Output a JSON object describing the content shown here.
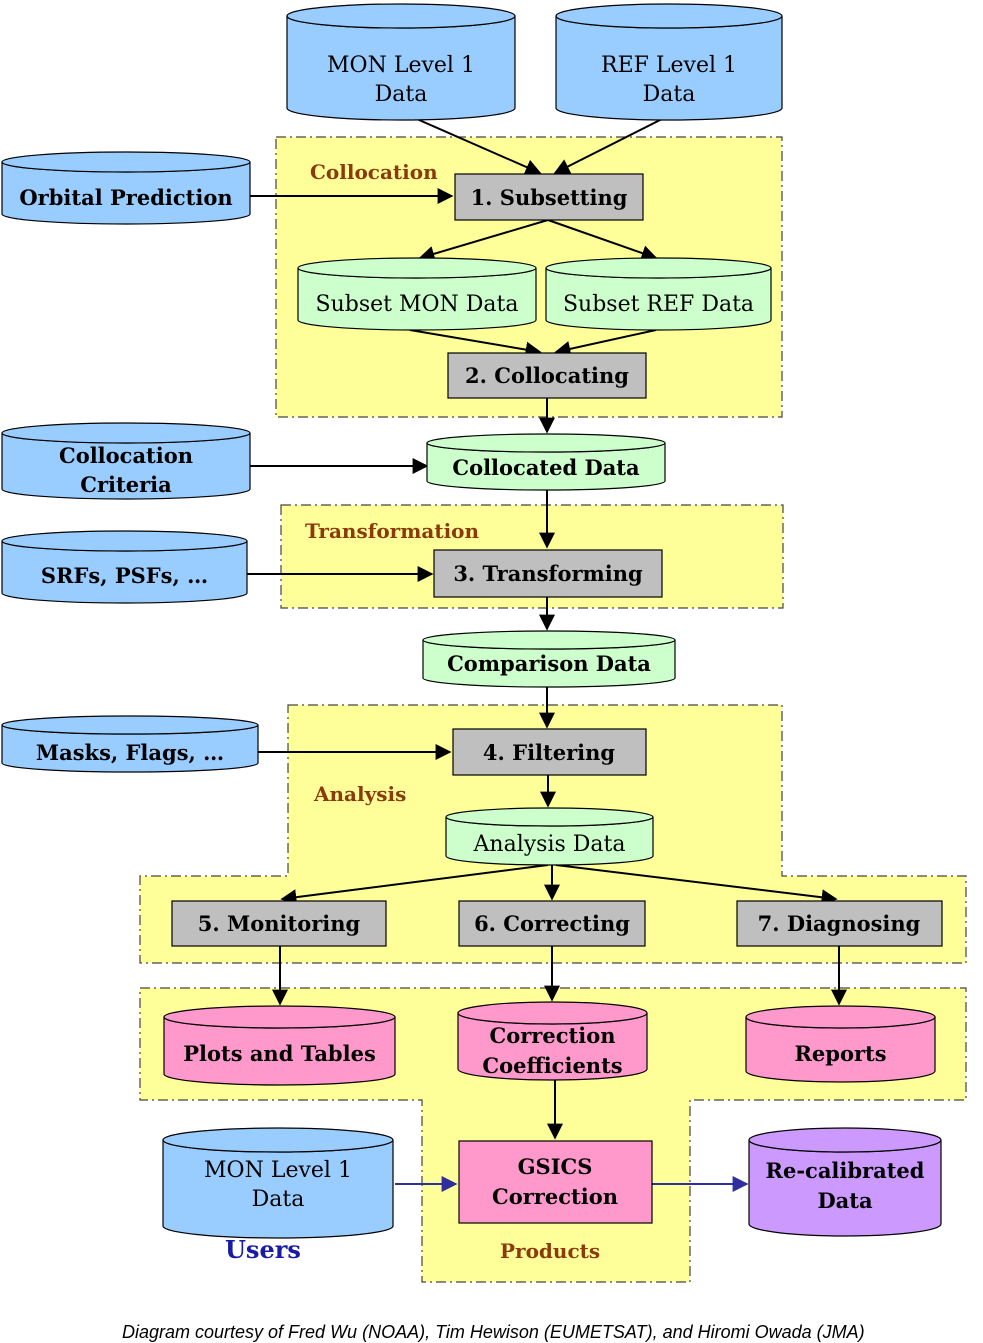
{
  "colors": {
    "blue_db": "#99ccff",
    "green_db": "#ccffcc",
    "pink_db": "#ff99cc",
    "purple_db": "#cc99ff",
    "process": "#bfbfbf",
    "zone": "#ffff99",
    "section_label": "#8b3a0e",
    "users_label": "#1a1aa6"
  },
  "inputs": {
    "mon_l1": [
      "MON Level 1",
      "Data"
    ],
    "ref_l1": [
      "REF Level 1",
      "Data"
    ],
    "orbital": "Orbital Prediction",
    "criteria": [
      "Collocation",
      "Criteria"
    ],
    "srfs": "SRFs, PSFs, …",
    "masks": "Masks, Flags, …"
  },
  "sections": {
    "collocation": "Collocation",
    "transformation": "Transformation",
    "analysis": "Analysis",
    "products": "Products",
    "users": "Users"
  },
  "processes": {
    "p1": "1. Subsetting",
    "p2": "2. Collocating",
    "p3": "3. Transforming",
    "p4": "4. Filtering",
    "p5": "5. Monitoring",
    "p6": "6. Correcting",
    "p7": "7. Diagnosing",
    "gsics": [
      "GSICS",
      "Correction"
    ]
  },
  "datasets": {
    "subset_mon": "Subset MON Data",
    "subset_ref": "Subset REF Data",
    "collocated": "Collocated Data",
    "comparison": "Comparison Data",
    "analysis": "Analysis Data"
  },
  "outputs": {
    "plots": "Plots and Tables",
    "coeffs": [
      "Correction",
      "Coefficients"
    ],
    "reports": "Reports",
    "user_mon": [
      "MON Level 1",
      "Data"
    ],
    "recal": [
      "Re-calibrated",
      "Data"
    ]
  },
  "credit": "Diagram courtesy of Fred Wu (NOAA), Tim Hewison (EUMETSAT), and Hiromi Owada (JMA)"
}
